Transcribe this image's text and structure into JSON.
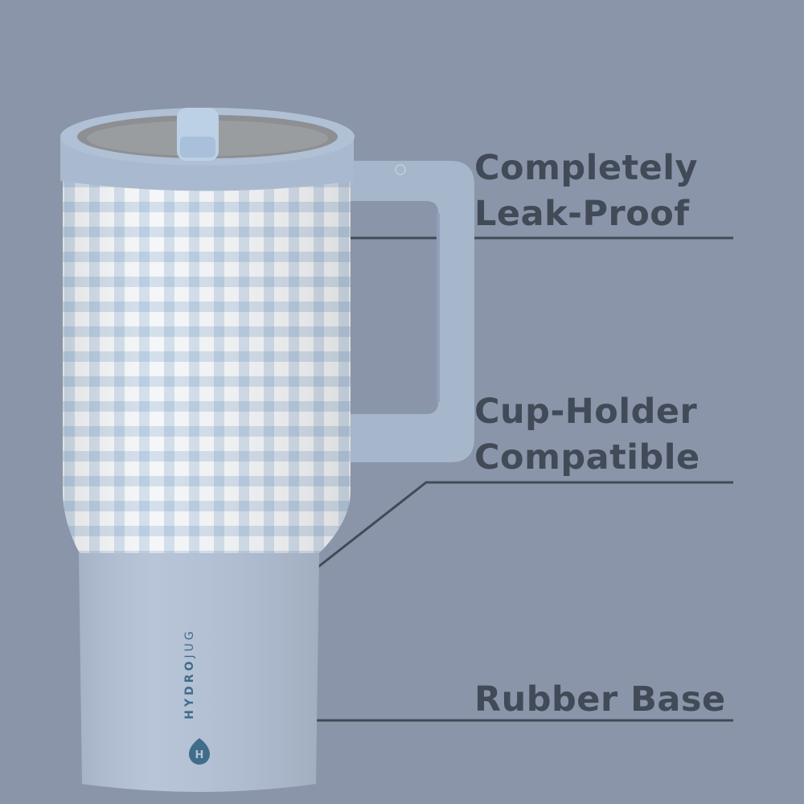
{
  "features": [
    {
      "lines": [
        "Completely",
        "Leak-Proof"
      ]
    },
    {
      "lines": [
        "Cup-Holder",
        "Compatible"
      ]
    },
    {
      "lines": [
        "Rubber Base"
      ]
    }
  ],
  "brand": {
    "bold": "HYDRO",
    "light": "JUG",
    "logo_letter": "H"
  },
  "colors": {
    "background": "#8a95aa",
    "text": "#414a56",
    "lid": "#a9bad0",
    "gingham_stripe": "#c9d8e8",
    "base": "#b4c1d6",
    "brand": "#3f6d8a"
  }
}
